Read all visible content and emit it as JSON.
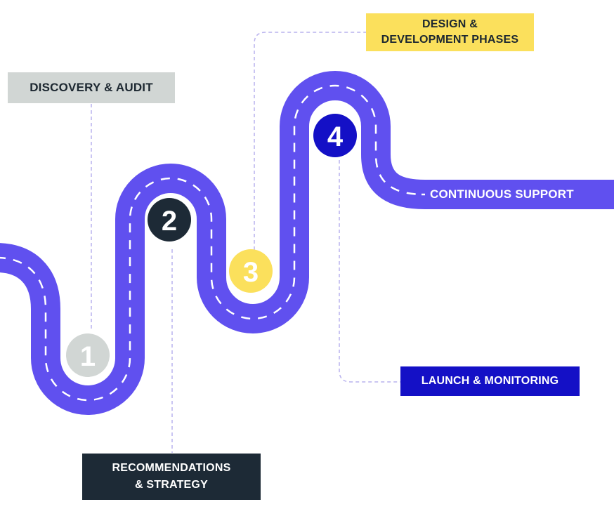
{
  "colors": {
    "road": "#6050ef",
    "road_dash": "#ffffff",
    "connector": "#b9b2ee",
    "stage1": "#d1d6d4",
    "stage2": "#1d2a36",
    "stage3": "#fbe05c",
    "stage4": "#1410c6"
  },
  "stages": [
    {
      "number": "1",
      "label": "DISCOVERY & AUDIT"
    },
    {
      "number": "2",
      "label": "RECOMMENDATIONS\n& STRATEGY"
    },
    {
      "number": "3",
      "label": "DESIGN &\nDEVELOPMENT PHASES"
    },
    {
      "number": "4",
      "label": "LAUNCH & MONITORING"
    }
  ],
  "end_label": "CONTINUOUS SUPPORT"
}
